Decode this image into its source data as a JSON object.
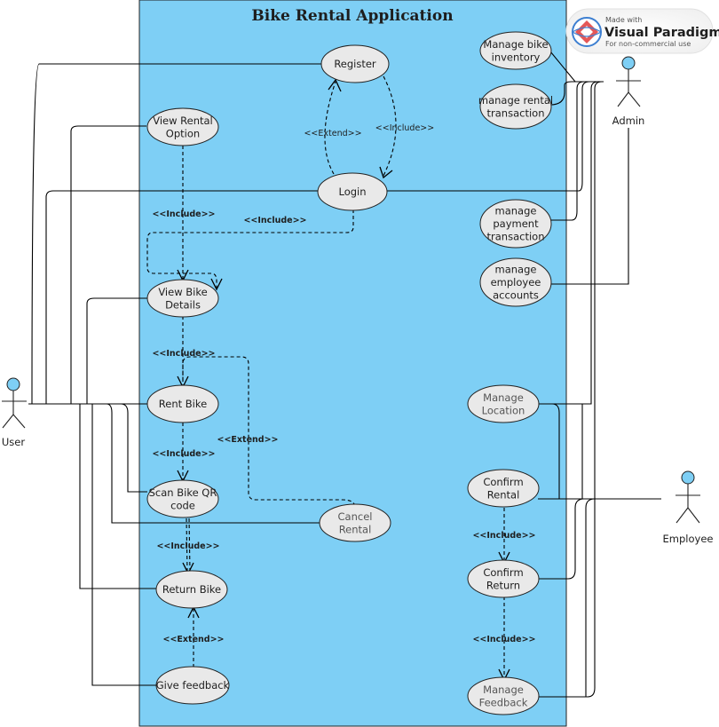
{
  "system": {
    "title": "Bike Rental Application",
    "fill": "#7ecff5"
  },
  "watermark": {
    "line1": "Made with",
    "brand": "Visual Paradigm",
    "line3": "For non-commercial use"
  },
  "actors": {
    "user": "User",
    "admin": "Admin",
    "employee": "Employee"
  },
  "use_cases": {
    "register": [
      "Register"
    ],
    "login": [
      "Login"
    ],
    "view_rental_option": [
      "View Rental",
      "Option"
    ],
    "view_bike_details": [
      "View Bike",
      "Details"
    ],
    "rent_bike": [
      "Rent Bike"
    ],
    "scan_bike_qr_code": [
      "Scan Bike QR",
      "code"
    ],
    "cancel_rental": [
      "Cancel",
      "Rental"
    ],
    "return_bike": [
      "Return Bike"
    ],
    "give_feedback": [
      "Give feedback"
    ],
    "manage_bike_inventory": [
      "Manage bike",
      "inventory"
    ],
    "manage_rental_transaction": [
      "manage rental",
      "transaction"
    ],
    "manage_payment_transaction": [
      "manage",
      "payment",
      "transaction"
    ],
    "manage_employee_accounts": [
      "manage",
      "employee",
      "accounts"
    ],
    "manage_location": [
      "Manage",
      "Location"
    ],
    "confirm_rental": [
      "Confirm",
      "Rental"
    ],
    "confirm_return": [
      "Confirm",
      "Return"
    ],
    "manage_feedback": [
      "Manage",
      "Feedback"
    ]
  },
  "relations": {
    "login_extends_register": "<<Extend>>",
    "register_includes_login": "<<Include>>",
    "view_rental_includes_view_bike": "<<Include>>",
    "login_includes_view_bike": "<<Include>>",
    "view_bike_includes_rent": "<<Include>>",
    "cancel_extends_rent": "<<Extend>>",
    "rent_includes_scan": "<<Include>>",
    "scan_includes_return": "<<Include>>",
    "feedback_extends_return": "<<Extend>>",
    "confirm_rental_includes_confirm_return": "<<Include>>",
    "confirm_return_includes_manage_feedback": "<<Include>>"
  }
}
